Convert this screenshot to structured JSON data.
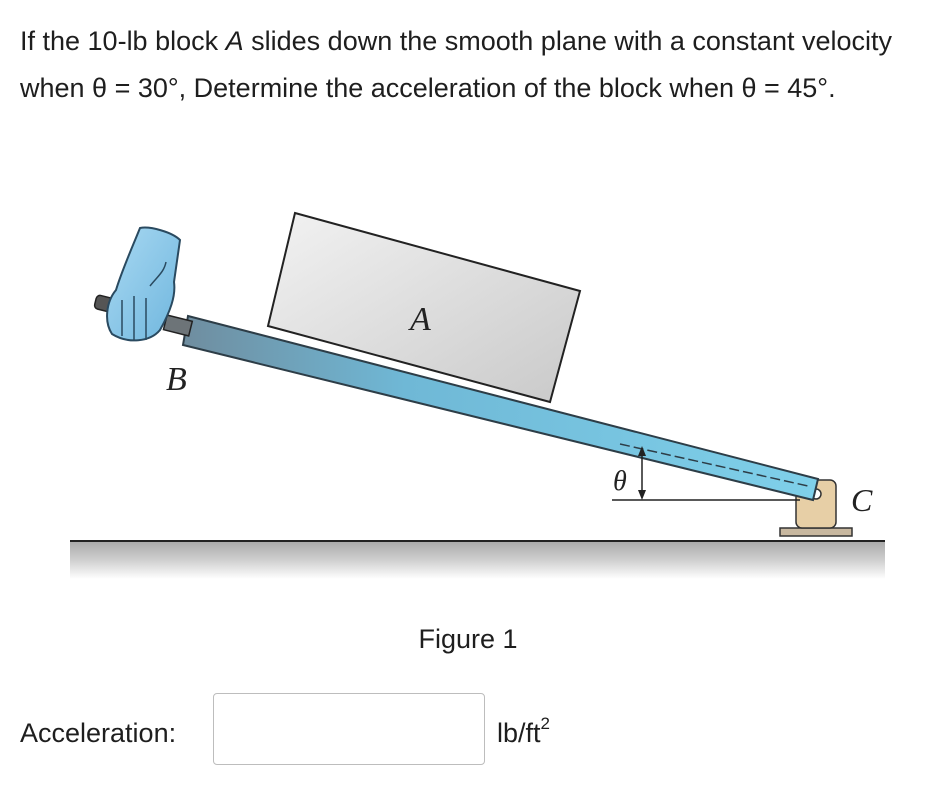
{
  "question": {
    "part1": "If the 10-lb block ",
    "block_name": "A",
    "part2": " slides down the smooth plane with a constant velocity when θ = 30°, Determine the acceleration of the block when θ = 45°."
  },
  "figure": {
    "caption": "Figure 1",
    "labels": {
      "block": "A",
      "end_left": "B",
      "end_right": "C",
      "angle": "θ"
    }
  },
  "answer": {
    "label": "Acceleration:",
    "value": "",
    "placeholder": "",
    "unit": "lb/ft",
    "unit_exponent": "2"
  }
}
